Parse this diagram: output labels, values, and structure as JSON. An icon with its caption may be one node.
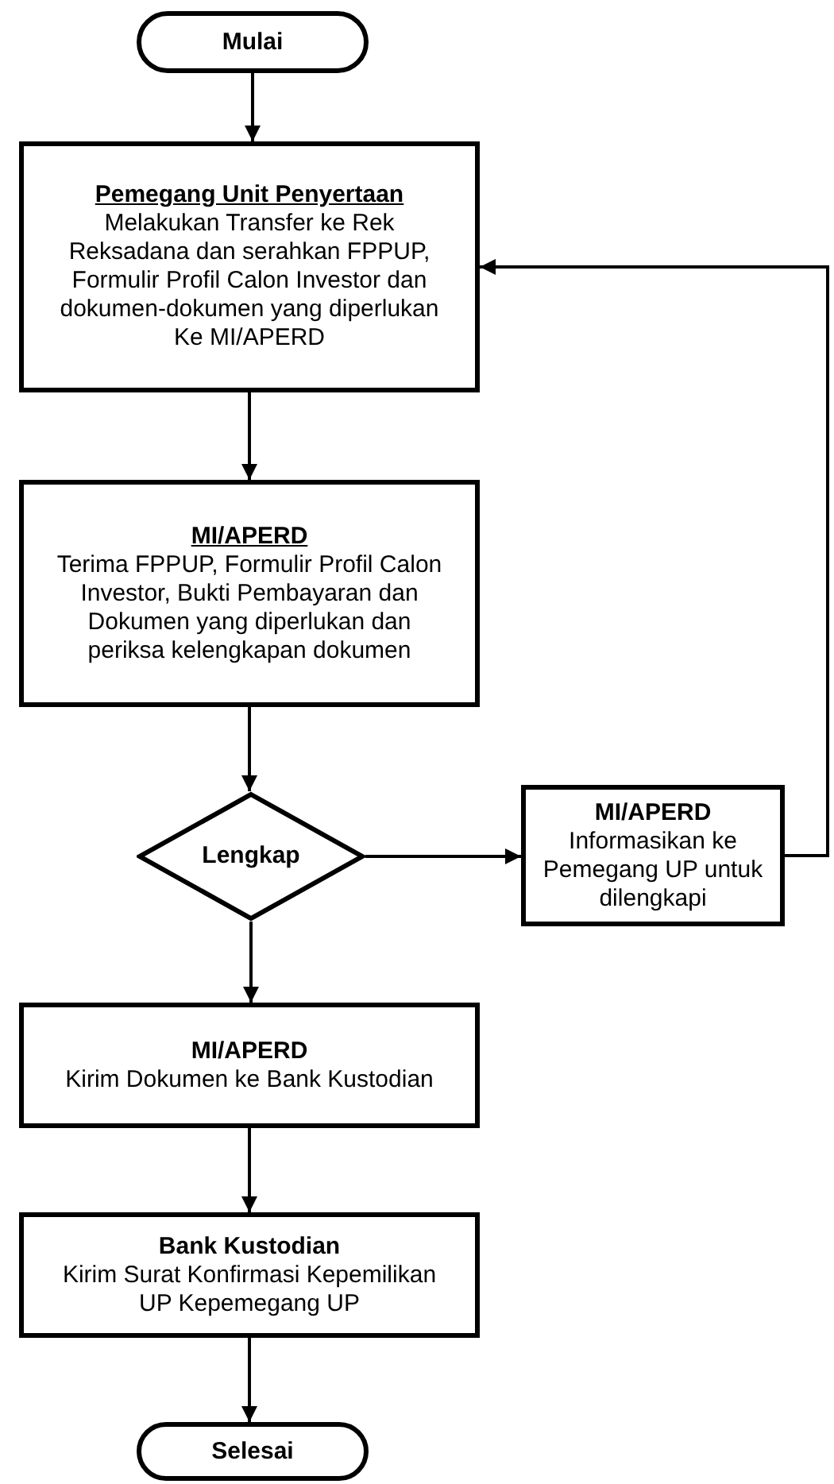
{
  "diagram": {
    "nodes": [
      {
        "text": [
          "Mulai"
        ]
      },
      {
        "text": [
          "Pemegang Unit Penyertaan",
          "Melakukan Transfer ke Rek Reksadana dan serahkan FPPUP, Formulir Profil Calon Investor dan dokumen-dokumen yang diperlukan Ke MI/APERD"
        ]
      },
      {
        "text": [
          "MI/APERD",
          "Terima FPPUP, Formulir Profil Calon Investor, Bukti Pembayaran dan Dokumen yang diperlukan dan periksa kelengkapan dokumen"
        ]
      },
      {
        "text": [
          "Lengkap"
        ]
      },
      {
        "text": [
          "MI/APERD",
          "Informasikan ke Pemegang UP untuk dilengkapi"
        ]
      },
      {
        "text": [
          "MI/APERD",
          "Kirim Dokumen ke Bank Kustodian"
        ]
      },
      {
        "text": [
          "Bank Kustodian",
          "Kirim Surat Konfirmasi Kepemilikan UP Kepemegang UP"
        ]
      },
      {
        "text": [
          "Selesai"
        ]
      }
    ],
    "edges": [
      {
        "from": 0,
        "to": 1,
        "arrow": "to"
      },
      {
        "from": 1,
        "to": 2,
        "arrow": "to"
      },
      {
        "from": 2,
        "to": 3,
        "arrow": "to"
      },
      {
        "from": 3,
        "to": 4,
        "arrow": "to"
      },
      {
        "from": 4,
        "to": 1,
        "arrow": "to"
      },
      {
        "from": 3,
        "to": 5,
        "arrow": "to"
      },
      {
        "from": 5,
        "to": 6,
        "arrow": "to"
      },
      {
        "from": 6,
        "to": 7,
        "arrow": "to"
      }
    ]
  }
}
